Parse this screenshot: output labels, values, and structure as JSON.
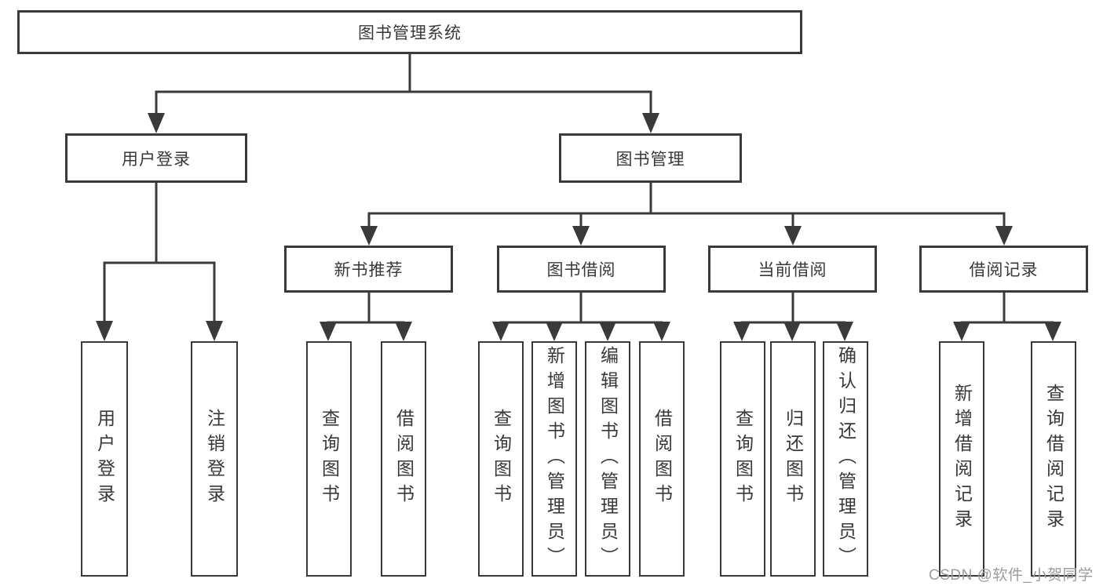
{
  "diagram": {
    "root": {
      "label": "图书管理系统"
    },
    "branches": [
      {
        "label": "用户登录",
        "children": [
          {
            "label": "用户登录"
          },
          {
            "label": "注销登录"
          }
        ]
      },
      {
        "label": "图书管理",
        "children": [
          {
            "label": "新书推荐",
            "children": [
              {
                "label": "查询图书"
              },
              {
                "label": "借阅图书"
              }
            ]
          },
          {
            "label": "图书借阅",
            "children": [
              {
                "label": "查询图书"
              },
              {
                "label": "新增图书（管理员）"
              },
              {
                "label": "编辑图书（管理员）"
              },
              {
                "label": "借阅图书"
              }
            ]
          },
          {
            "label": "当前借阅",
            "children": [
              {
                "label": "查询图书"
              },
              {
                "label": "归还图书"
              },
              {
                "label": "确认归还（管理员）"
              }
            ]
          },
          {
            "label": "借阅记录",
            "children": [
              {
                "label": "新增借阅记录"
              },
              {
                "label": "查询借阅记录"
              }
            ]
          }
        ]
      }
    ]
  },
  "watermark": {
    "text": "CSDN @软件_小贺同学"
  },
  "colors": {
    "line": "#3a3a3a",
    "text": "#383838",
    "watermark": "#9c9c9c",
    "background": "#ffffff"
  }
}
